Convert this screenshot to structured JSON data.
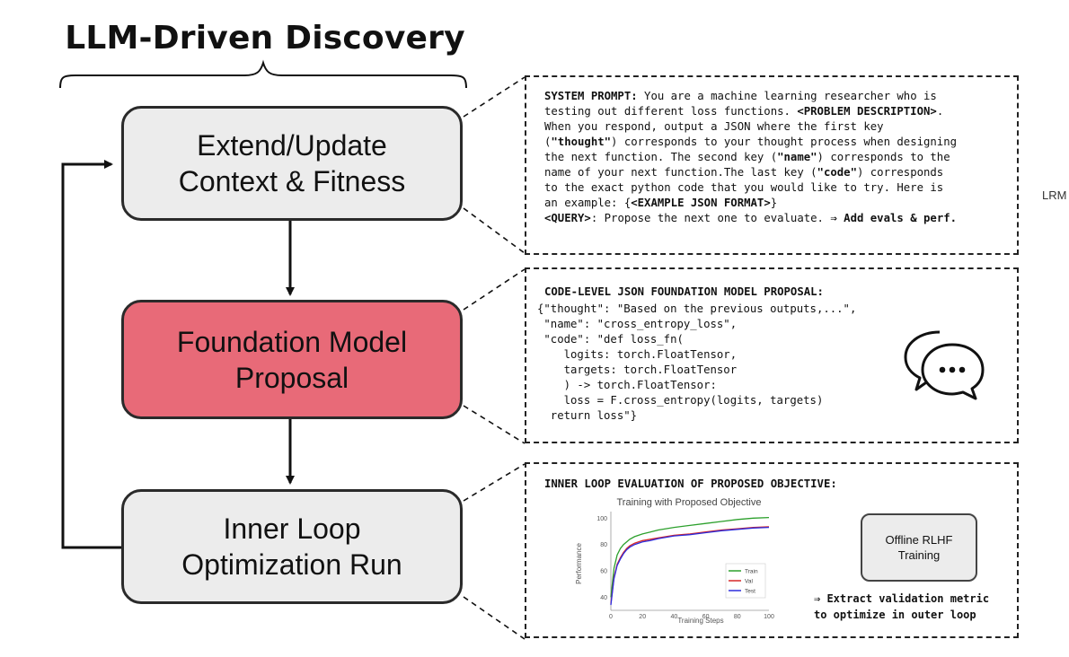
{
  "title": "LLM-Driven Discovery",
  "stages": {
    "context": "Extend/Update\nContext & Fitness",
    "proposal": "Foundation Model\nProposal",
    "inner_loop": "Inner Loop\nOptimization Run"
  },
  "system_prompt": {
    "label": "SYSTEM PROMPT:",
    "line1_rest": " You are a machine learning researcher who is",
    "line2_start": "testing out different loss functions. ",
    "line2_bold": "<PROBLEM DESCRIPTION>",
    "line2_end": ".",
    "line3": "When you respond, output a JSON where the first key",
    "line4_open": "(",
    "line4_bold": "\"thought\"",
    "line4_rest": ") corresponds to your thought process when designing",
    "line5_start": "the next function. The second key (",
    "line5_bold": "\"name\"",
    "line5_rest": ") corresponds to the",
    "line6_start": "name of your next function.The last key (",
    "line6_bold": "\"code\"",
    "line6_rest": ") corresponds",
    "line7": "to the exact python code that you would like to try. Here is",
    "line8_start": "an example: {",
    "line8_bold": "<EXAMPLE JSON FORMAT>",
    "line8_end": "}",
    "query_label": "<QUERY>",
    "query_rest": ": Propose the next one to evaluate. ",
    "query_bold": "⇒ Add evals & perf."
  },
  "proposal_panel": {
    "header": "CODE-LEVEL JSON FOUNDATION MODEL PROPOSAL:",
    "code": "{\"thought\": \"Based on the previous outputs,...\",\n \"name\": \"cross_entropy_loss\",\n \"code\": \"def loss_fn(\n    logits: torch.FloatTensor,\n    targets: torch.FloatTensor\n    ) -> torch.FloatTensor:\n    loss = F.cross_entropy(logits, targets)\n  return loss\"}"
  },
  "eval_panel": {
    "header": "INNER LOOP EVALUATION OF PROPOSED OBJECTIVE:",
    "rlhf_box": "Offline RLHF\nTraining",
    "extract": "⇒ Extract validation metric\nto optimize in outer loop"
  },
  "side_label": "LRM",
  "chart_data": {
    "type": "line",
    "title": "Training with Proposed Objective",
    "xlabel": "Training Steps",
    "ylabel": "Performance",
    "xlim": [
      0,
      100
    ],
    "ylim": [
      30,
      105
    ],
    "xticks": [
      "0",
      "20",
      "40",
      "60",
      "80",
      "100"
    ],
    "yticks": [
      "40",
      "60",
      "80",
      "100"
    ],
    "legend": "bottom-right",
    "series": [
      {
        "name": "Train",
        "color": "#2ca02c",
        "x": [
          0,
          2,
          4,
          6,
          8,
          10,
          12,
          15,
          20,
          25,
          30,
          40,
          50,
          60,
          70,
          80,
          90,
          100
        ],
        "y": [
          40,
          62,
          72,
          77,
          80,
          82,
          84,
          86,
          88,
          89.5,
          91,
          93,
          94.5,
          96,
          97.5,
          99,
          100,
          100.5
        ]
      },
      {
        "name": "Val",
        "color": "#d62728",
        "x": [
          0,
          2,
          4,
          6,
          8,
          10,
          12,
          15,
          20,
          25,
          30,
          40,
          50,
          60,
          70,
          80,
          90,
          100
        ],
        "y": [
          35,
          55,
          65,
          70,
          74,
          77,
          79,
          81,
          83,
          84,
          85,
          87,
          88,
          89.5,
          91,
          92,
          93,
          93.5
        ]
      },
      {
        "name": "Test",
        "color": "#2c2cdc",
        "x": [
          0,
          2,
          4,
          6,
          8,
          10,
          12,
          15,
          20,
          25,
          30,
          40,
          50,
          60,
          70,
          80,
          90,
          100
        ],
        "y": [
          34,
          54,
          64,
          69,
          73,
          76,
          78,
          80,
          82,
          83,
          84.5,
          86.5,
          87.5,
          89,
          90.5,
          91.5,
          92.5,
          93
        ]
      }
    ]
  }
}
